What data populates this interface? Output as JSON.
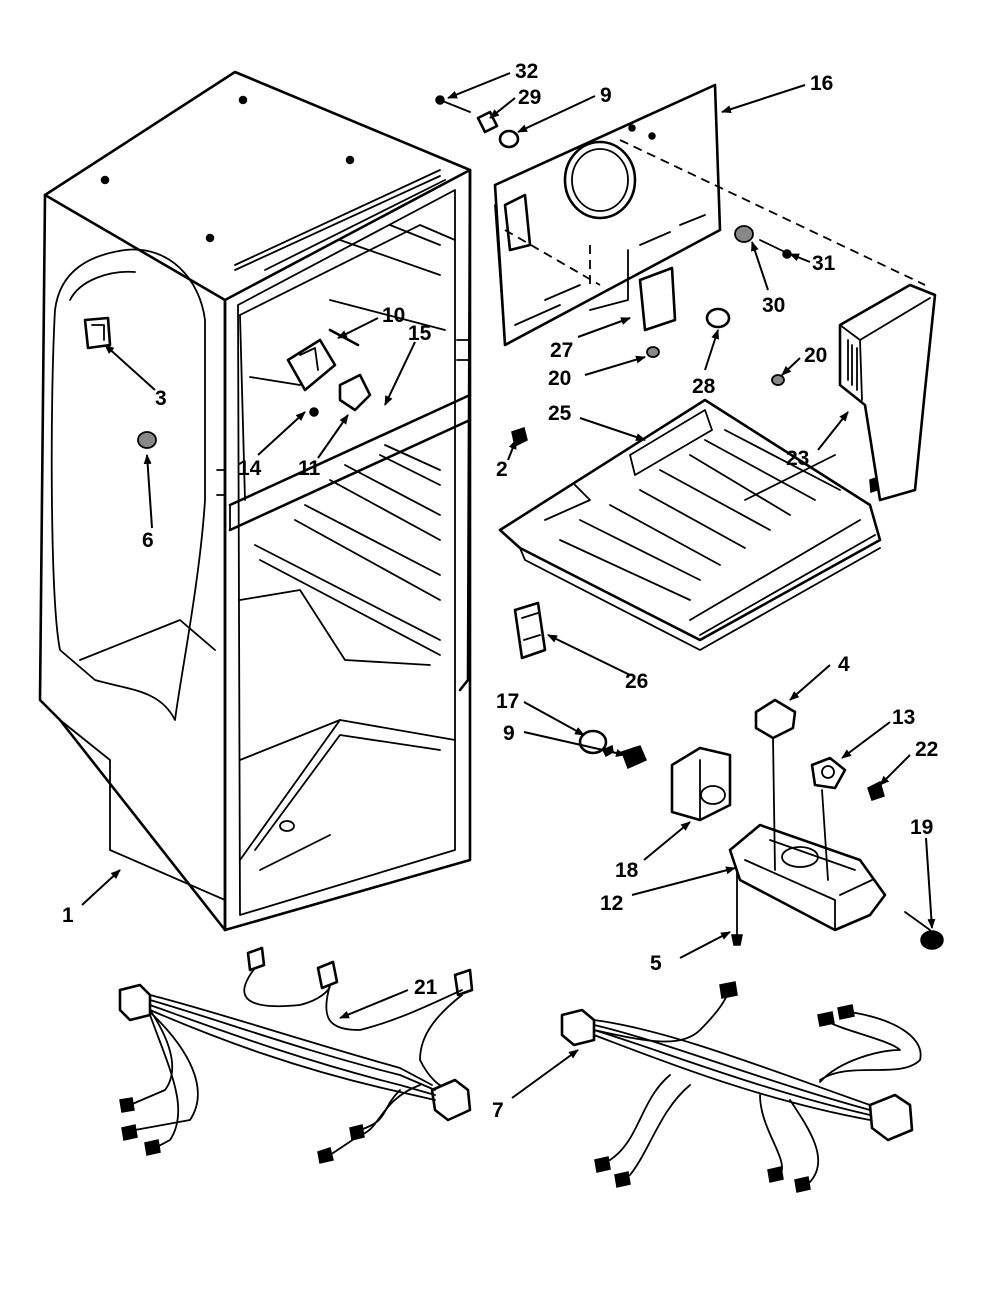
{
  "diagram": {
    "callouts": [
      {
        "id": "c32",
        "text": "32"
      },
      {
        "id": "c29",
        "text": "29"
      },
      {
        "id": "c9a",
        "text": "9"
      },
      {
        "id": "c16",
        "text": "16"
      },
      {
        "id": "c10",
        "text": "10"
      },
      {
        "id": "c15",
        "text": "15"
      },
      {
        "id": "c3",
        "text": "3"
      },
      {
        "id": "c14",
        "text": "14"
      },
      {
        "id": "c11",
        "text": "11"
      },
      {
        "id": "c6",
        "text": "6"
      },
      {
        "id": "c31",
        "text": "31"
      },
      {
        "id": "c30",
        "text": "30"
      },
      {
        "id": "c27",
        "text": "27"
      },
      {
        "id": "c20a",
        "text": "20"
      },
      {
        "id": "c28",
        "text": "28"
      },
      {
        "id": "c20b",
        "text": "20"
      },
      {
        "id": "c25",
        "text": "25"
      },
      {
        "id": "c2",
        "text": "2"
      },
      {
        "id": "c23",
        "text": "23"
      },
      {
        "id": "c26",
        "text": "26"
      },
      {
        "id": "c4",
        "text": "4"
      },
      {
        "id": "c17",
        "text": "17"
      },
      {
        "id": "c9b",
        "text": "9"
      },
      {
        "id": "c13",
        "text": "13"
      },
      {
        "id": "c22",
        "text": "22"
      },
      {
        "id": "c18",
        "text": "18"
      },
      {
        "id": "c12",
        "text": "12"
      },
      {
        "id": "c19",
        "text": "19"
      },
      {
        "id": "c1",
        "text": "1"
      },
      {
        "id": "c5",
        "text": "5"
      },
      {
        "id": "c21",
        "text": "21"
      },
      {
        "id": "c7",
        "text": "7"
      }
    ]
  }
}
